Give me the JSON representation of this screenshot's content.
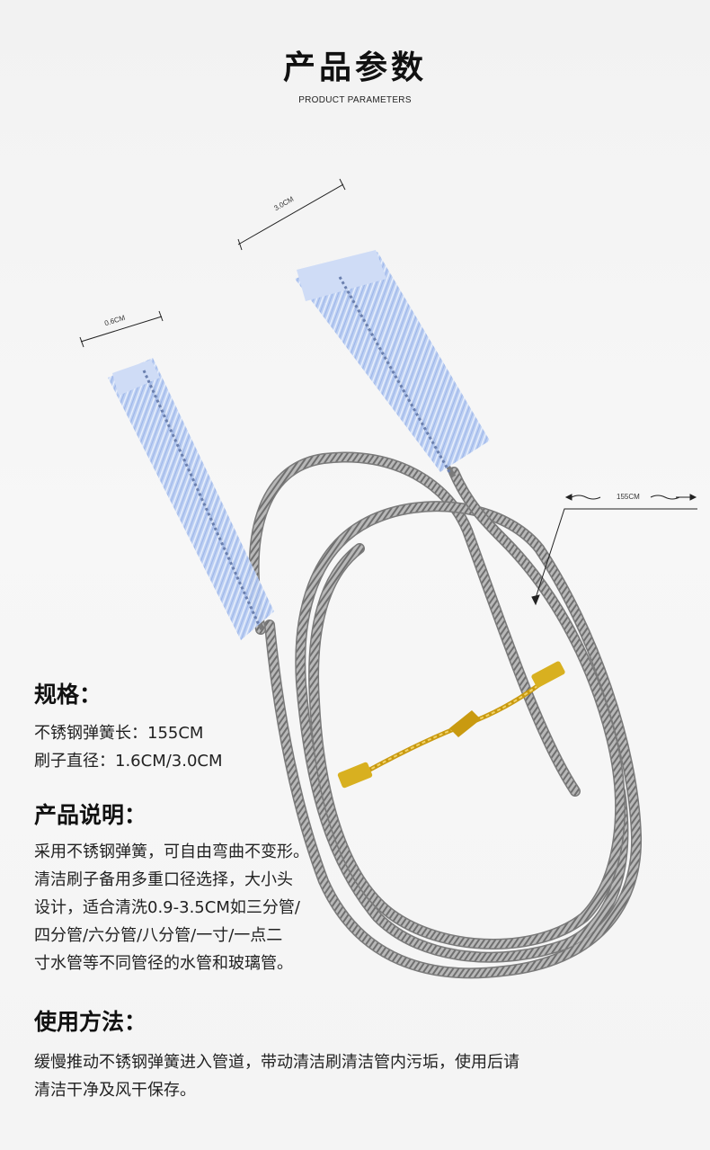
{
  "header": {
    "title": "产品参数",
    "subtitle": "PRODUCT PARAMETERS"
  },
  "dimensions": {
    "large_brush": "3.0CM",
    "small_brush": "0.6CM",
    "spring_length": "155CM"
  },
  "specs": {
    "title": "规格：",
    "lines": [
      "不锈钢弹簧长：155CM",
      "刷子直径：1.6CM/3.0CM"
    ]
  },
  "description": {
    "title": "产品说明：",
    "lines": [
      "采用不锈钢弹簧，可自由弯曲不变形。",
      "清洁刷子备用多重口径选择，大小头",
      "设计，适合清洗0.9-3.5CM如三分管/",
      "四分管/六分管/八分管/一寸/一点二",
      "寸水管等不同管径的水管和玻璃管。"
    ]
  },
  "usage": {
    "title": "使用方法：",
    "lines": [
      "缓慢推动不锈钢弹簧进入管道，带动清洁刷清洁管内污垢，使用后请",
      "清洁干净及风干保存。"
    ]
  },
  "colors": {
    "brush": "#a9c2ee",
    "spring": "#8c8c8c",
    "tie": "#d8b020"
  }
}
